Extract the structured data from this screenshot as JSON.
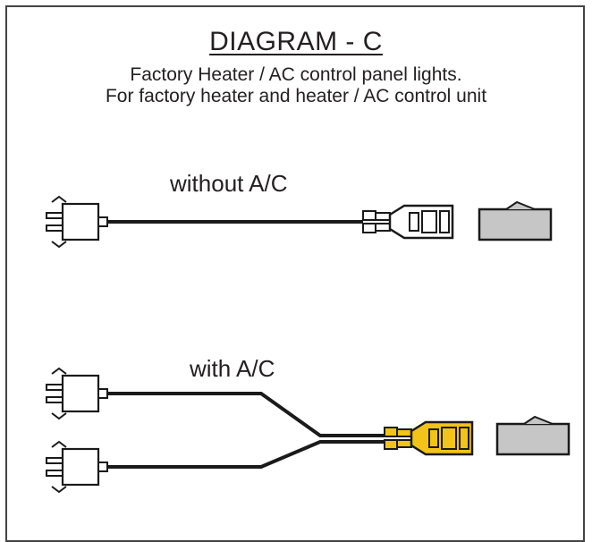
{
  "diagram": {
    "title": "DIAGRAM - C",
    "subtitle_line1": "Factory Heater / AC control panel lights.",
    "subtitle_line2": "For factory heater and heater / AC control unit",
    "label_without_ac": "without A/C",
    "label_with_ac": "with A/C",
    "colors": {
      "connector_plain": "#ffffff",
      "connector_ac": "#f2c318",
      "module": "#c6c6c6",
      "wire": "#1a1a1a"
    }
  }
}
